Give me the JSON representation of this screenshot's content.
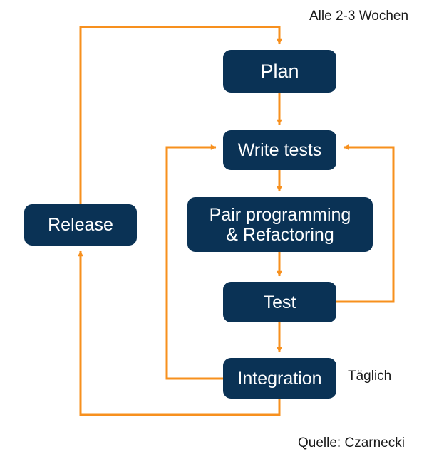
{
  "diagram": {
    "title_caption": "Alle 2-3 Wochen",
    "daily_caption": "Täglich",
    "source_caption": "Quelle: Czarnecki",
    "colors": {
      "node_fill": "#0A3255",
      "node_text": "#FFFFFF",
      "connector": "#F7901E",
      "background": "#FFFFFF",
      "caption_text": "#1A1A1A"
    },
    "nodes": [
      {
        "id": "plan",
        "label": "Plan"
      },
      {
        "id": "write-tests",
        "label": "Write tests"
      },
      {
        "id": "pair",
        "label_line1": "Pair programming",
        "label_line2": "& Refactoring"
      },
      {
        "id": "test",
        "label": "Test"
      },
      {
        "id": "integration",
        "label": "Integration"
      },
      {
        "id": "release",
        "label": "Release"
      }
    ],
    "connections": [
      {
        "from": "release",
        "to": "plan",
        "label": "Alle 2-3 Wochen",
        "style": "orthogonal"
      },
      {
        "from": "plan",
        "to": "write-tests",
        "label": "",
        "style": "straight"
      },
      {
        "from": "write-tests",
        "to": "pair",
        "label": "",
        "style": "straight"
      },
      {
        "from": "pair",
        "to": "test",
        "label": "",
        "style": "straight"
      },
      {
        "from": "test",
        "to": "write-tests",
        "label": "",
        "style": "orthogonal-right"
      },
      {
        "from": "test",
        "to": "integration",
        "label": "",
        "style": "straight"
      },
      {
        "from": "integration",
        "to": "write-tests",
        "label": "Täglich",
        "style": "orthogonal-left"
      },
      {
        "from": "integration",
        "to": "release",
        "label": "",
        "style": "orthogonal-bottom"
      }
    ]
  }
}
